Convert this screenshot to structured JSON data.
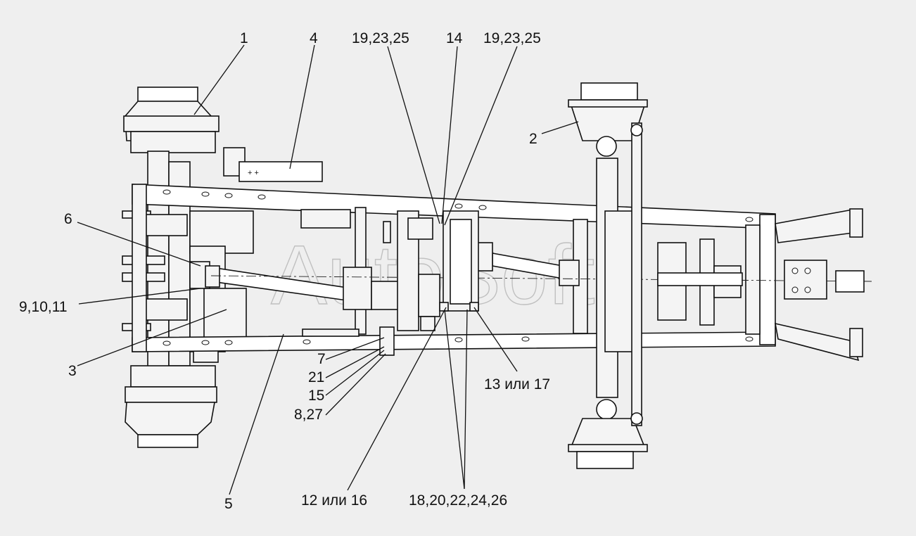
{
  "watermark": "AutoSoft",
  "callouts": [
    {
      "id": "c1",
      "text": "1"
    },
    {
      "id": "c4",
      "text": "4"
    },
    {
      "id": "c19a",
      "text": "19,23,25"
    },
    {
      "id": "c14",
      "text": "14"
    },
    {
      "id": "c19b",
      "text": "19,23,25"
    },
    {
      "id": "c2",
      "text": "2"
    },
    {
      "id": "c6",
      "text": "6"
    },
    {
      "id": "c9",
      "text": "9,10,11"
    },
    {
      "id": "c3",
      "text": "3"
    },
    {
      "id": "c7",
      "text": "7"
    },
    {
      "id": "c21",
      "text": "21"
    },
    {
      "id": "c15",
      "text": "15"
    },
    {
      "id": "c8",
      "text": "8,27"
    },
    {
      "id": "c13",
      "text": "13 или 17"
    },
    {
      "id": "c5",
      "text": "5"
    },
    {
      "id": "c12",
      "text": "12 или 16"
    },
    {
      "id": "c18",
      "text": "18,20,22,24,26"
    }
  ]
}
